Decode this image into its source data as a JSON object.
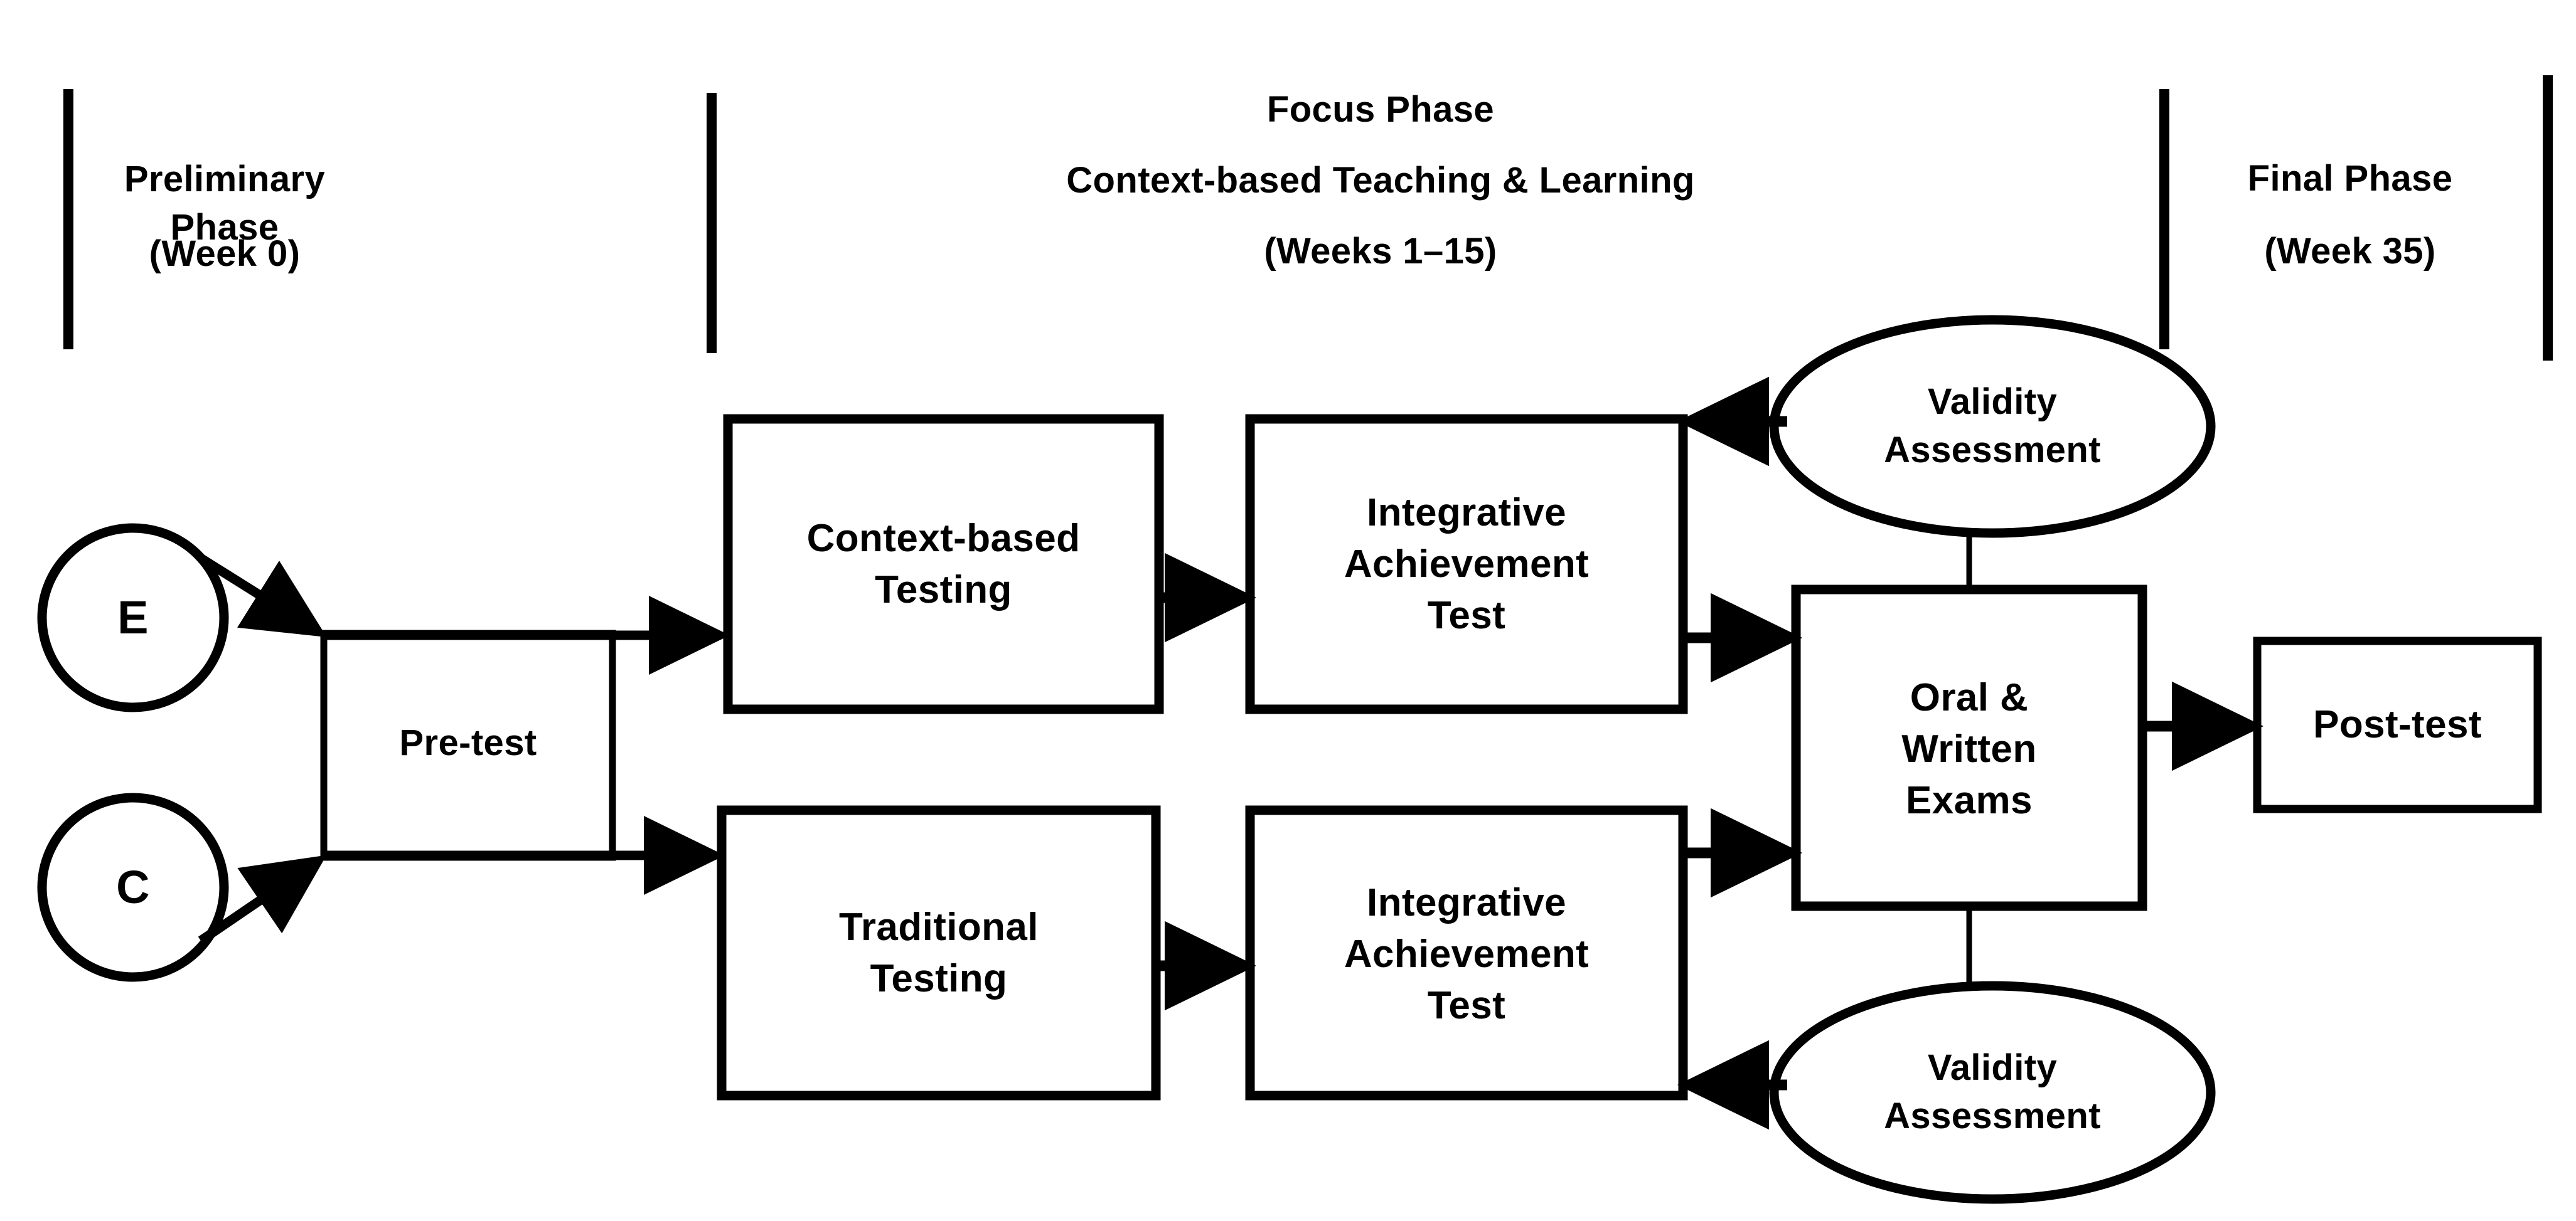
{
  "figure": {
    "kind": "research-design-flow-diagram",
    "background_color": "#ffffff",
    "stroke_color": "#000000"
  },
  "phases": [
    {
      "id": "preliminary",
      "title": "Preliminary Phase",
      "subtitle": "(Week 0)",
      "detail": ""
    },
    {
      "id": "focus",
      "title": "Focus Phase",
      "detail": "Context-based Teaching & Learning",
      "subtitle": "(Weeks 1–15)"
    },
    {
      "id": "final",
      "title": "Final Phase",
      "subtitle": "(Week 35)",
      "detail": ""
    }
  ],
  "groups": [
    {
      "id": "experimental",
      "label": "E"
    },
    {
      "id": "control",
      "label": "C"
    }
  ],
  "nodes": [
    {
      "id": "pre-test",
      "shape": "rect",
      "label": "Pre-test"
    },
    {
      "id": "context-based-testing",
      "shape": "rect",
      "label": "Context-based\nTesting"
    },
    {
      "id": "traditional-testing",
      "shape": "rect",
      "label": "Traditional\nTesting"
    },
    {
      "id": "iat-experimental",
      "shape": "rect",
      "label": "Integrative\nAchievement\nTest"
    },
    {
      "id": "iat-control",
      "shape": "rect",
      "label": "Integrative\nAchievement\nTest"
    },
    {
      "id": "oral-written-exams",
      "shape": "rect",
      "label": "Oral &\nWritten\nExams"
    },
    {
      "id": "post-test",
      "shape": "rect",
      "label": "Post-test"
    },
    {
      "id": "validity-top",
      "shape": "ellipse",
      "label": "Validity\nAssessment"
    },
    {
      "id": "validity-bottom",
      "shape": "ellipse",
      "label": "Validity\nAssessment"
    }
  ],
  "edges": [
    {
      "from": "experimental",
      "to": "pre-test",
      "type": "arrow"
    },
    {
      "from": "control",
      "to": "pre-test",
      "type": "arrow"
    },
    {
      "from": "pre-test",
      "to": "context-based-testing",
      "type": "arrow"
    },
    {
      "from": "pre-test",
      "to": "traditional-testing",
      "type": "arrow"
    },
    {
      "from": "context-based-testing",
      "to": "iat-experimental",
      "type": "arrow"
    },
    {
      "from": "traditional-testing",
      "to": "iat-control",
      "type": "arrow"
    },
    {
      "from": "iat-experimental",
      "to": "oral-written-exams",
      "type": "arrow"
    },
    {
      "from": "iat-control",
      "to": "oral-written-exams",
      "type": "arrow"
    },
    {
      "from": "oral-written-exams",
      "to": "post-test",
      "type": "arrow"
    },
    {
      "from": "validity-top",
      "to": "iat-experimental",
      "type": "arrow"
    },
    {
      "from": "validity-bottom",
      "to": "iat-control",
      "type": "arrow"
    },
    {
      "from": "validity-top",
      "to": "oral-written-exams",
      "type": "line"
    },
    {
      "from": "oral-written-exams",
      "to": "validity-bottom",
      "type": "line"
    }
  ]
}
